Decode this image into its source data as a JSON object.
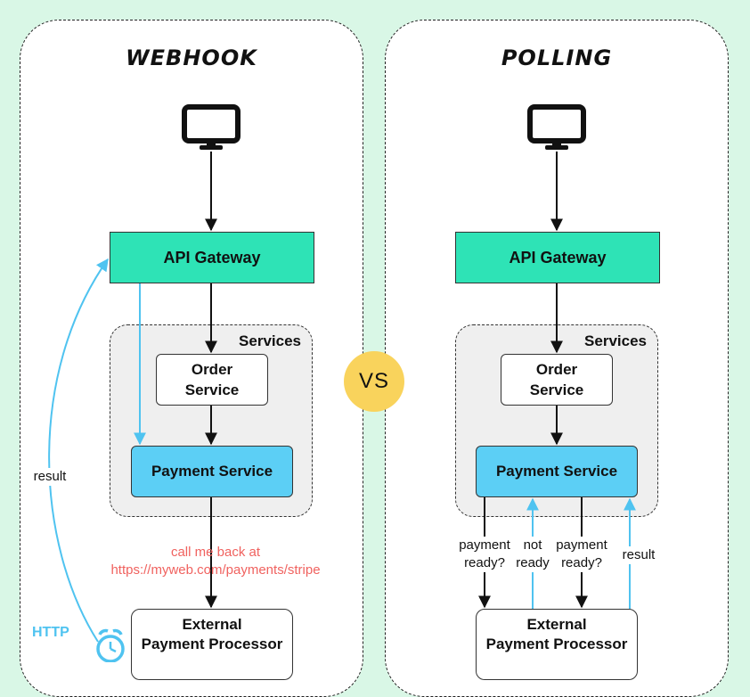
{
  "webhook": {
    "title": "Webhook",
    "api_gateway": "API Gateway",
    "services_label": "Services",
    "order_service": "Order\nService",
    "payment_service": "Payment Service",
    "callback_text": "call me back at\nhttps://myweb.com/payments/stripe",
    "result_label": "result",
    "http_label": "HTTP",
    "external": "External\nPayment Processor"
  },
  "polling": {
    "title": "Polling",
    "api_gateway": "API Gateway",
    "services_label": "Services",
    "order_service": "Order\nService",
    "payment_service": "Payment Service",
    "labels": [
      "payment\nready?",
      "not\nready",
      "payment\nready?",
      "result"
    ],
    "external": "External\nPayment Processor"
  },
  "vs_label": "VS",
  "icons": [
    "monitor-icon",
    "monitor-icon",
    "alarm-clock-icon"
  ],
  "colors": {
    "background": "#d9f7e6",
    "gateway": "#2ee3b6",
    "payment": "#5ccff5",
    "services_bg": "#efefef",
    "callback_text": "#f0625f",
    "http_arrow": "#4fc3f0",
    "vs_circle": "#f9d35c"
  }
}
